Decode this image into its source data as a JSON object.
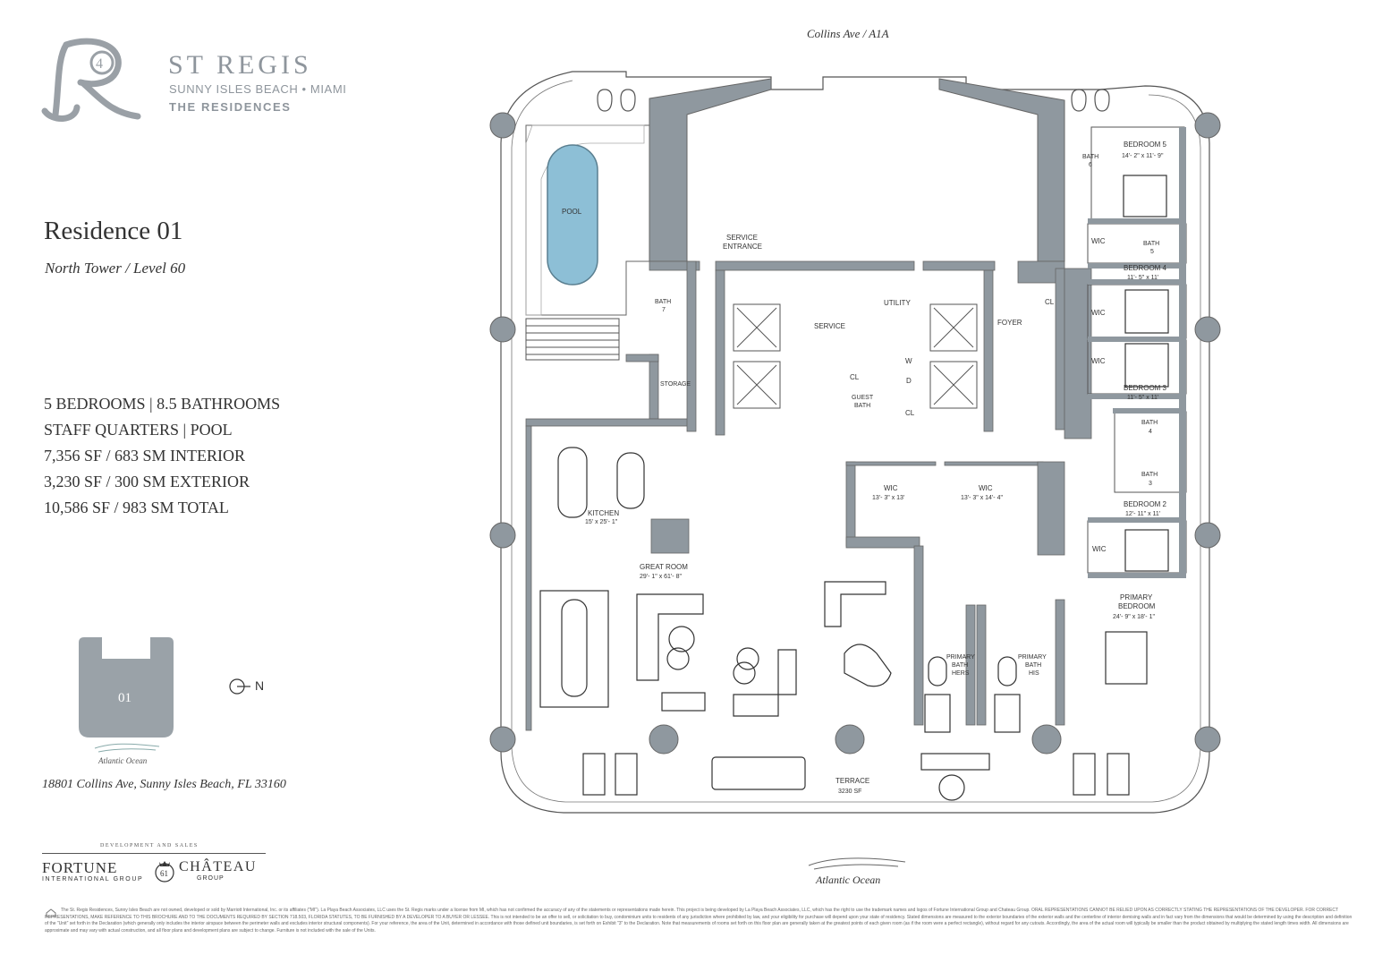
{
  "brand": {
    "name": "ST REGIS",
    "location": "SUNNY ISLES BEACH • MIAMI",
    "collection": "THE RESIDENCES"
  },
  "residence": {
    "title": "Residence 01",
    "subtitle": "North Tower / Level 60"
  },
  "specs": [
    "5 BEDROOMS | 8.5 BATHROOMS",
    "STAFF QUARTERS | POOL",
    "7,356 SF / 683 SM INTERIOR",
    "3,230 SF / 300 SM EXTERIOR",
    "10,586 SF / 983 SM TOTAL"
  ],
  "keyplan": {
    "unit": "01",
    "ocean_label": "Atlantic Ocean",
    "north_label": "N"
  },
  "address": "18801 Collins Ave, Sunny Isles Beach, FL 33160",
  "developers": {
    "label": "DEVELOPMENT AND SALES",
    "fortune": "FORTUNE",
    "fortune_sub": "INTERNATIONAL GROUP",
    "chateau": "CHÂTEAU",
    "chateau_sub": "GROUP"
  },
  "floorplan": {
    "street": "Collins Ave / A1A",
    "ocean": "Atlantic Ocean",
    "rooms": {
      "pool": "POOL",
      "service_entrance_1": "SERVICE",
      "service_entrance_2": "ENTRANCE",
      "service": "SERVICE",
      "utility": "UTILITY",
      "foyer": "FOYER",
      "cl_foyer": "CL",
      "cl_guest": "CL",
      "cl_utility": "CL",
      "w": "W",
      "d": "D",
      "bath7_1": "BATH",
      "bath7_2": "7",
      "storage": "STORAGE",
      "guest_bath_1": "GUEST",
      "guest_bath_2": "BATH",
      "kitchen": "KITCHEN",
      "kitchen_dim": "15' x 25'- 1\"",
      "great_room": "GREAT ROOM",
      "great_room_dim": "29'- 1\" x 61'- 8\"",
      "wic_1": "WIC",
      "wic_1_dim": "13'- 3\" x 13'",
      "wic_2": "WIC",
      "wic_2_dim": "13'- 3\" x 14'- 4\"",
      "bedroom5": "BEDROOM 5",
      "bedroom5_dim": "14'- 2\" x 11'- 9\"",
      "bath6_1": "BATH",
      "bath6_2": "6",
      "wic_b5": "WIC",
      "bath5_1": "BATH",
      "bath5_2": "5",
      "bedroom4": "BEDROOM 4",
      "bedroom4_dim": "11'- 5\" x 11'",
      "wic_b4": "WIC",
      "wic_b3": "WIC",
      "bedroom3": "BEDROOM 3",
      "bedroom3_dim": "11'- 5\" x 11'",
      "bath4_1": "BATH",
      "bath4_2": "4",
      "bath3_1": "BATH",
      "bath3_2": "3",
      "bedroom2": "BEDROOM 2",
      "bedroom2_dim": "12'- 11\" x 11'",
      "wic_b2": "WIC",
      "primary_bedroom_1": "PRIMARY",
      "primary_bedroom_2": "BEDROOM",
      "primary_bedroom_dim": "24'- 9\" x 18'- 1\"",
      "primary_bath_hers_1": "PRIMARY",
      "primary_bath_hers_2": "BATH",
      "primary_bath_hers_3": "HERS",
      "primary_bath_his_1": "PRIMARY",
      "primary_bath_his_2": "BATH",
      "primary_bath_his_3": "HIS",
      "terrace": "TERRACE",
      "terrace_dim": "3230 SF"
    }
  },
  "disclaimer": "The St. Regis Residences, Sunny Isles Beach are not owned, developed or sold by Marriott International, Inc. or its affiliates (\"MI\"). La Playa Beach Associates, LLC uses the St. Regis marks under a license from MI, which has not confirmed the accuracy of any of the statements or representations made herein. This project is being developed by La Playa Beach Associates, LLC, which has the right to use the trademark names and logos of Fortune International Group and Chateau Group. ORAL REPRESENTATIONS CANNOT BE RELIED UPON AS CORRECTLY STATING THE REPRESENTATIONS OF THE DEVELOPER. FOR CORRECT REPRESENTATIONS, MAKE REFERENCE TO THIS BROCHURE AND TO THE DOCUMENTS REQUIRED BY SECTION 718.503, FLORIDA STATUTES, TO BE FURNISHED BY A DEVELOPER TO A BUYER OR LESSEE. This is not intended to be an offer to sell, or solicitation to buy, condominium units to residents of any jurisdiction where prohibited by law, and your eligibility for purchase will depend upon your state of residency. Stated dimensions are measured to the exterior boundaries of the exterior walls and the centerline of interior demising walls and in fact vary from the dimensions that would be determined by using the description and definition of the \"Unit\" set forth in the Declaration (which generally only includes the interior airspace between the perimeter walls and excludes interior structural components). For your reference, the area of the Unit, determined in accordance with those defined unit boundaries, is set forth on Exhibit \"3\" to the Declaration. Note that measurements of rooms set forth on this floor plan are generally taken at the greatest points of each given room (as if the room were a perfect rectangle), without regard for any cutouts. Accordingly, the area of the actual room will typically be smaller than the product obtained by multiplying the stated length times width. All dimensions are approximate and may vary with actual construction, and all floor plans and development plans are subject to change. Furniture is not included with the sale of the Units.",
  "colors": {
    "wall": "#8f989f",
    "pool": "#8dbfd6",
    "brand_gray": "#8e959c",
    "keyplan": "#9aa2a8"
  }
}
